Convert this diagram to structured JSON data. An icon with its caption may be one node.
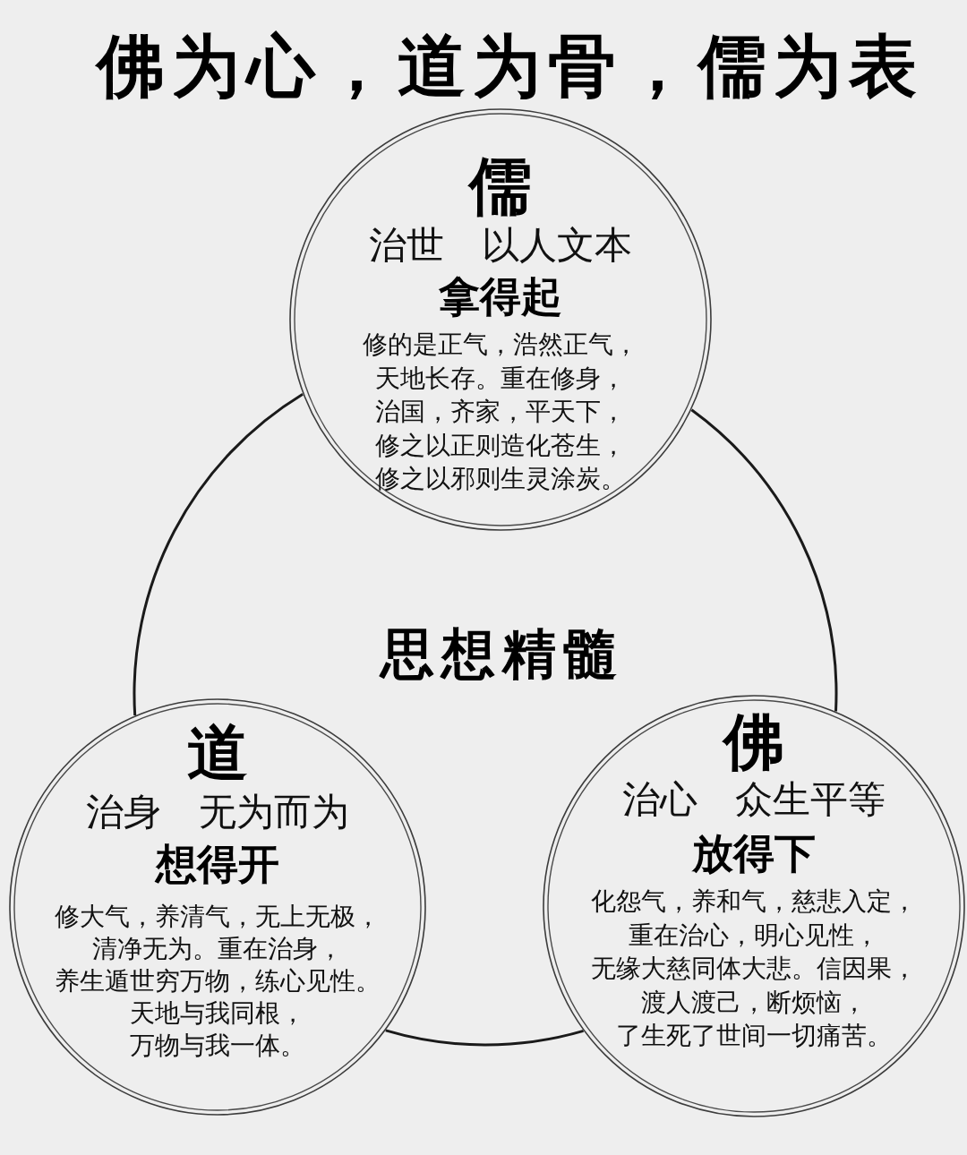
{
  "diagram": {
    "title": "佛为心，道为骨，儒为表",
    "nodes": [
      {
        "text": [
          "儒",
          "治世 以人文本",
          "拿得起",
          "修的是正气，浩然正气，天地长存。重在修身，治国，齐家，平天下，修之以正则造化苍生，修之以邪则生灵涂炭。"
        ]
      },
      {
        "text": [
          "道",
          "治身 无为而为",
          "想得开",
          "修大气，养清气，无上无极，清净无为。重在治身，养生遁世穷万物，练心见性。天地与我同根，万物与我一体。"
        ]
      },
      {
        "text": [
          "佛",
          "治心 众生平等",
          "放得下",
          "化怨气，养和气，慈悲入定，重在治心，明心见性，无缘大慈同体大悲。信因果，渡人渡己，断烦恼，了生死了世间一切痛苦。"
        ]
      }
    ],
    "edges": [
      {
        "from": 0,
        "to": 2,
        "arrow": "none"
      },
      {
        "from": 2,
        "to": 1,
        "arrow": "none"
      },
      {
        "from": 1,
        "to": 0,
        "arrow": "none"
      }
    ],
    "labels": [
      "思想精髓"
    ]
  }
}
